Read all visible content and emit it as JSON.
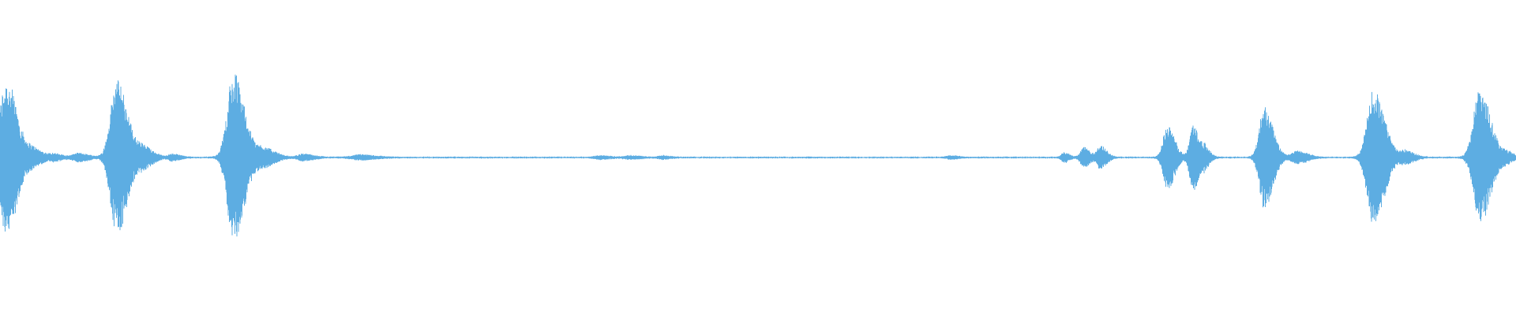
{
  "waveform": {
    "color": "#5dade2",
    "background": "#ffffff",
    "baseline_amplitude": 0.01,
    "bursts": [
      {
        "t": 0.004,
        "peak": 1.0,
        "width": 0.0045
      },
      {
        "t": 0.022,
        "peak": 0.1,
        "width": 0.004
      },
      {
        "t": 0.036,
        "peak": 0.04,
        "width": 0.0035
      },
      {
        "t": 0.052,
        "peak": 0.05,
        "width": 0.004
      },
      {
        "t": 0.077,
        "peak": 0.98,
        "width": 0.0045
      },
      {
        "t": 0.095,
        "peak": 0.12,
        "width": 0.004
      },
      {
        "t": 0.114,
        "peak": 0.04,
        "width": 0.003
      },
      {
        "t": 0.154,
        "peak": 1.08,
        "width": 0.0045
      },
      {
        "t": 0.174,
        "peak": 0.12,
        "width": 0.0045
      },
      {
        "t": 0.2,
        "peak": 0.04,
        "width": 0.004
      },
      {
        "t": 0.238,
        "peak": 0.03,
        "width": 0.006
      },
      {
        "t": 0.396,
        "peak": 0.02,
        "width": 0.004
      },
      {
        "t": 0.416,
        "peak": 0.02,
        "width": 0.004
      },
      {
        "t": 0.437,
        "peak": 0.02,
        "width": 0.003
      },
      {
        "t": 0.627,
        "peak": 0.02,
        "width": 0.003
      },
      {
        "t": 0.702,
        "peak": 0.06,
        "width": 0.002
      },
      {
        "t": 0.715,
        "peak": 0.12,
        "width": 0.0025
      },
      {
        "t": 0.726,
        "peak": 0.14,
        "width": 0.0025
      },
      {
        "t": 0.77,
        "peak": 0.4,
        "width": 0.003
      },
      {
        "t": 0.787,
        "peak": 0.42,
        "width": 0.0025
      },
      {
        "t": 0.795,
        "peak": 0.12,
        "width": 0.002
      },
      {
        "t": 0.834,
        "peak": 0.66,
        "width": 0.0035
      },
      {
        "t": 0.856,
        "peak": 0.08,
        "width": 0.004
      },
      {
        "t": 0.906,
        "peak": 0.85,
        "width": 0.0045
      },
      {
        "t": 0.927,
        "peak": 0.08,
        "width": 0.0035
      },
      {
        "t": 0.976,
        "peak": 0.86,
        "width": 0.0045
      },
      {
        "t": 0.994,
        "peak": 0.06,
        "width": 0.003
      }
    ]
  }
}
